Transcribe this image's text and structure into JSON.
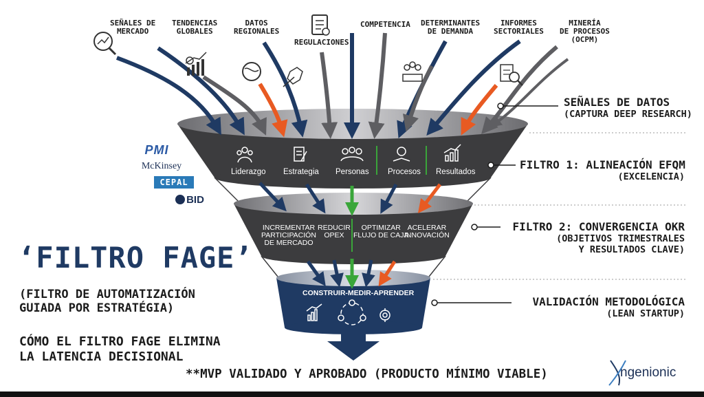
{
  "sources": [
    {
      "label": "SEÑALES DE\nMERCADO",
      "icon": "magnifier-chart-icon"
    },
    {
      "label": "TENDENCIAS\nGLOBALES",
      "icon": "growth-chart-icon"
    },
    {
      "label": "DATOS\nREGIONALES",
      "icon": "globe-map-icon"
    },
    {
      "label": "REGULACIONES",
      "icon": "clipboard-icon"
    },
    {
      "label": "COMPETENCIA",
      "icon": ""
    },
    {
      "label": "DETERMINANTES\nDE DEMANDA",
      "icon": "people-podium-icon"
    },
    {
      "label": "INFORMES\nSECTORIALES",
      "icon": "report-magnifier-icon"
    },
    {
      "label": "MINERÍA\nDE PROCESOS\n(OCPM)",
      "icon": ""
    }
  ],
  "stages": [
    {
      "title": "SEÑALES DE DATOS",
      "subtitle": "(CAPTURA DEEP RESEARCH)"
    },
    {
      "title": "FILTRO 1: ALINEACIÓN EFQM",
      "subtitle": "(EXCELENCIA)"
    },
    {
      "title": "FILTRO 2: CONVERGENCIA OKR",
      "subtitle": "(OBJETIVOS TRIMESTRALES\n Y RESULTADOS CLAVE)"
    },
    {
      "title": "VALIDACIÓN METODOLÓGICA",
      "subtitle": "(LEAN STARTUP)"
    }
  ],
  "efqm_items": [
    {
      "label": "Liderazgo",
      "icon": "team-icon"
    },
    {
      "label": "Estrategia",
      "icon": "document-pen-icon"
    },
    {
      "label": "Personas",
      "icon": "people-icon"
    },
    {
      "label": "Procesos",
      "icon": "hand-gear-icon"
    },
    {
      "label": "Resultados",
      "icon": "bar-chart-icon"
    }
  ],
  "okr_items": [
    {
      "label": "INCREMENTAR\nPARTICIPACIÓN\nDE MERCADO"
    },
    {
      "label": "REDUCIR\nOPEX"
    },
    {
      "label": "OPTIMIZAR\nFLUJO DE CAJA"
    },
    {
      "label": "ACELERAR\nINNOVACIÓN"
    }
  ],
  "lean_label": "CONSTRUIR-MEDIR-APRENDER",
  "brands": [
    "PMI",
    "McKinsey",
    "CEPAL",
    "BID"
  ],
  "title": "‘FILTRO FAGE’",
  "subtitle": "(FILTRO DE AUTOMATIZACIÓN\nGUIADA POR ESTRATÉGIA)",
  "tagline": "CÓMO EL FILTRO FAGE ELIMINA\nLA LATENCIA DECISIONAL",
  "footer": "**MVP VALIDADO Y APROBADO (PRODUCTO MÍNIMO VIABLE)",
  "logo": "ngenionic",
  "colors": {
    "navy": "#1f3a63",
    "orange": "#e85a22",
    "green": "#3aa63a",
    "dark_gray": "#3c3c3e",
    "mid_gray": "#5e5e62",
    "light_gray": "#8b8b8f"
  }
}
